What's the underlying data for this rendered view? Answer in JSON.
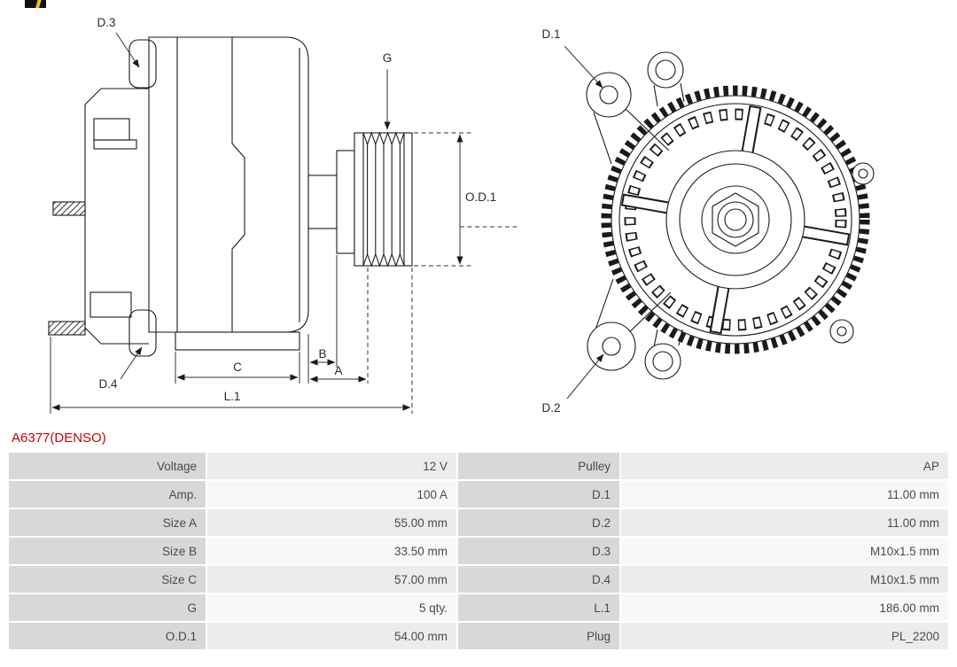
{
  "colors": {
    "part_number_red": "#cc0000",
    "table_label_bg": "#d8d8d8",
    "table_value_bg_odd": "#ececec",
    "table_value_bg_even": "#f8f8f8",
    "drawing_line": "#1a1a1a",
    "logo_black": "#111111",
    "logo_yellow": "#f5c400"
  },
  "part_number": "A6377(DENSO)",
  "diagram": {
    "side_view_labels": {
      "d3": "D.3",
      "d4": "D.4",
      "g": "G",
      "od1": "O.D.1",
      "c": "C",
      "b": "B",
      "a": "A",
      "l1": "L.1"
    },
    "front_view_labels": {
      "d1": "D.1",
      "d2": "D.2"
    }
  },
  "specs": {
    "rows": [
      {
        "label_left": "Voltage",
        "value_left": "12 V",
        "label_right": "Pulley",
        "value_right": "AP"
      },
      {
        "label_left": "Amp.",
        "value_left": "100 A",
        "label_right": "D.1",
        "value_right": "11.00 mm"
      },
      {
        "label_left": "Size A",
        "value_left": "55.00 mm",
        "label_right": "D.2",
        "value_right": "11.00 mm"
      },
      {
        "label_left": "Size B",
        "value_left": "33.50 mm",
        "label_right": "D.3",
        "value_right": "M10x1.5 mm"
      },
      {
        "label_left": "Size C",
        "value_left": "57.00 mm",
        "label_right": "D.4",
        "value_right": "M10x1.5 mm"
      },
      {
        "label_left": "G",
        "value_left": "5 qty.",
        "label_right": "L.1",
        "value_right": "186.00 mm"
      },
      {
        "label_left": "O.D.1",
        "value_left": "54.00 mm",
        "label_right": "Plug",
        "value_right": "PL_2200"
      }
    ]
  }
}
